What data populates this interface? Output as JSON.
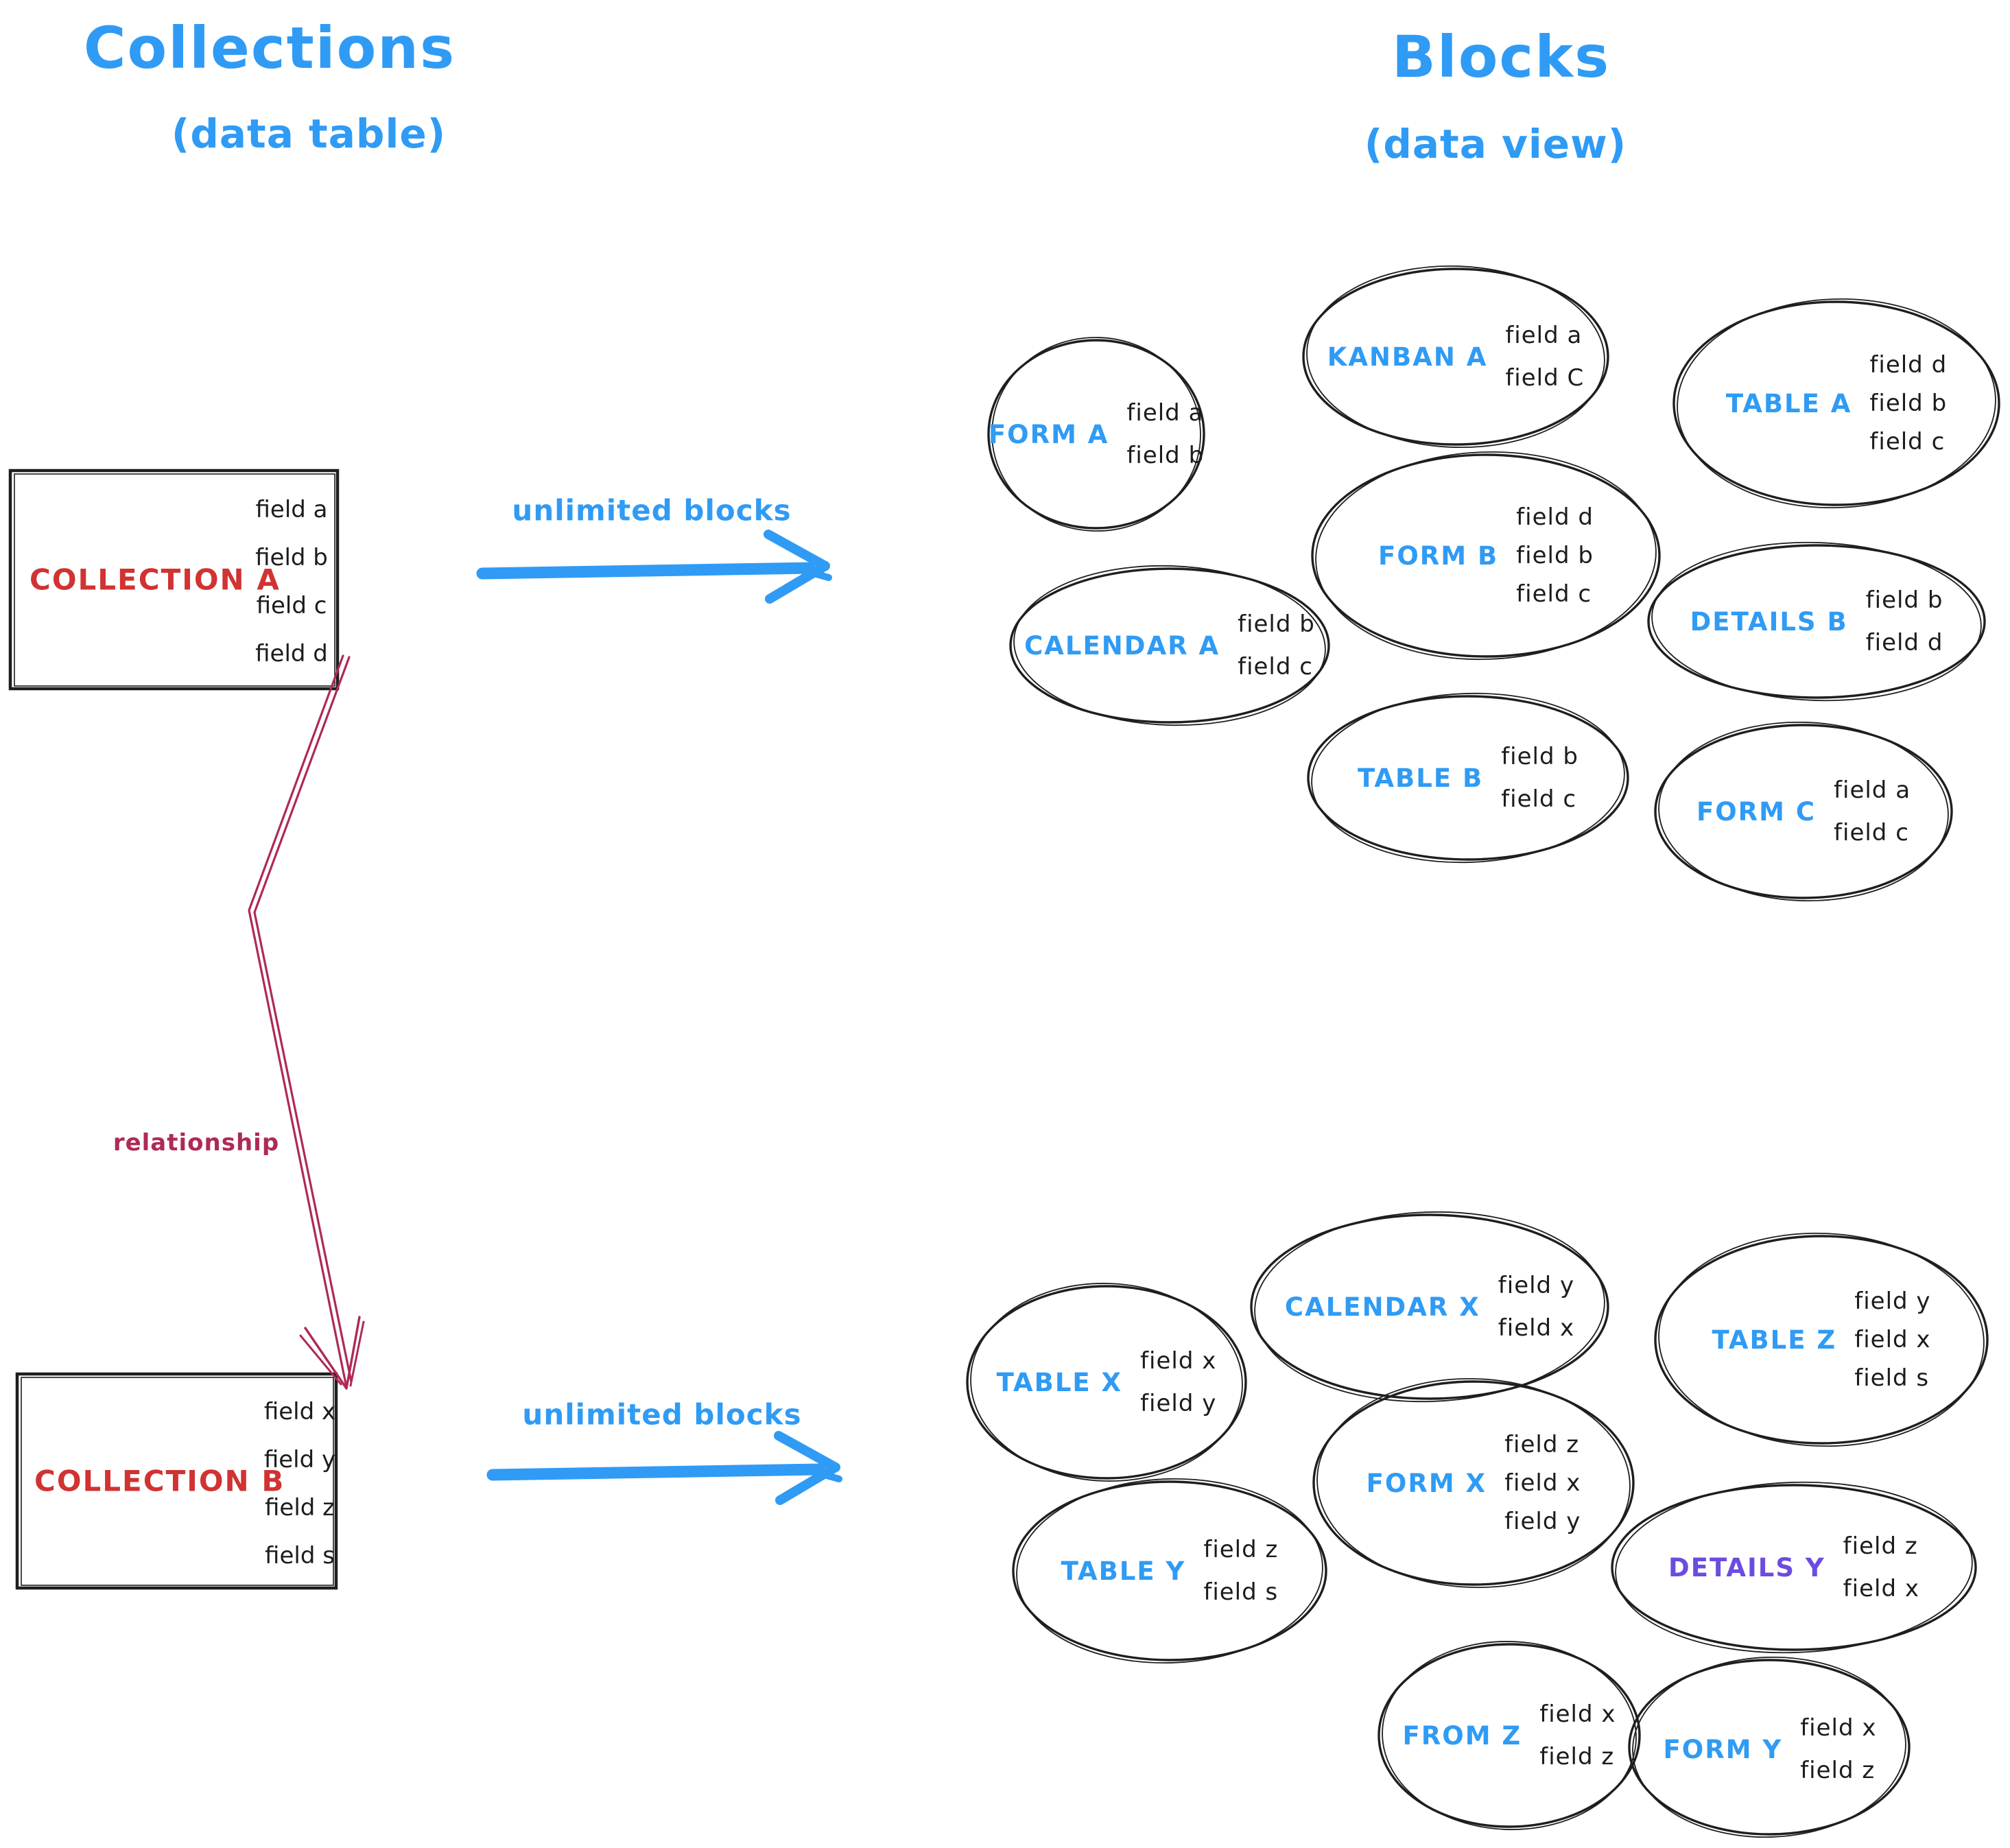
{
  "header": {
    "left_title": "Collections",
    "left_subtitle": "(data table)",
    "right_title": "Blocks",
    "right_subtitle": "(data view)"
  },
  "collections": [
    {
      "name": "COLLECTION A",
      "fields": [
        "field a",
        "field b",
        "field c",
        "field d"
      ]
    },
    {
      "name": "COLLECTION B",
      "fields": [
        "field x",
        "field y",
        "field z",
        "field s"
      ]
    }
  ],
  "arrows": {
    "a_to_blocks_label": "unlimited blocks",
    "b_to_blocks_label": "unlimited blocks",
    "relationship_label": "relationship"
  },
  "blocks_a": [
    {
      "label": "FORM A",
      "fields": [
        "field a",
        "field b"
      ]
    },
    {
      "label": "KANBAN A",
      "fields": [
        "field a",
        "field C"
      ]
    },
    {
      "label": "TABLE A",
      "fields": [
        "field d",
        "field b",
        "field c"
      ]
    },
    {
      "label": "CALENDAR A",
      "fields": [
        "field b",
        "field c"
      ]
    },
    {
      "label": "FORM B",
      "fields": [
        "field d",
        "field b",
        "field c"
      ]
    },
    {
      "label": "DETAILS B",
      "fields": [
        "field b",
        "field d"
      ]
    },
    {
      "label": "TABLE B",
      "fields": [
        "field b",
        "field c"
      ]
    },
    {
      "label": "FORM C",
      "fields": [
        "field a",
        "field c"
      ]
    }
  ],
  "blocks_b": [
    {
      "label": "TABLE X",
      "fields": [
        "field x",
        "field y"
      ]
    },
    {
      "label": "CALENDAR X",
      "fields": [
        "field y",
        "field x"
      ]
    },
    {
      "label": "TABLE Z",
      "fields": [
        "field y",
        "field x",
        "field s"
      ]
    },
    {
      "label": "TABLE Y",
      "fields": [
        "field z",
        "field s"
      ]
    },
    {
      "label": "FORM X",
      "fields": [
        "field z",
        "field x",
        "field y"
      ]
    },
    {
      "label": "DETAILS Y",
      "fields": [
        "field z",
        "field x"
      ]
    },
    {
      "label": "FROM Z",
      "fields": [
        "field x",
        "field z"
      ]
    },
    {
      "label": "FORM Y",
      "fields": [
        "field x",
        "field z"
      ]
    }
  ],
  "colors": {
    "accent_blue": "#2f9bf5",
    "collection_red": "#d13232",
    "relationship_crimson": "#ae2a56",
    "details_y_purple": "#6c4ce0",
    "stroke_black": "#1e1e1e"
  }
}
